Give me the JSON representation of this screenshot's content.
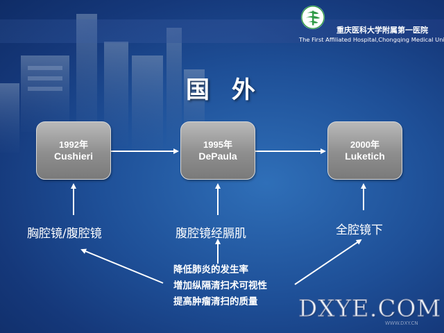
{
  "header": {
    "hospital_cn": "重庆医科大学附属第一医院",
    "hospital_en": "The First Affiliated Hospital,Chongqing Medical University"
  },
  "title": "国 外",
  "timeline": [
    {
      "year": "1992年",
      "name": "Cushieri",
      "method": "胸腔镜/腹腔镜"
    },
    {
      "year": "1995年",
      "name": "DePaula",
      "method": "腹腔镜经膈肌"
    },
    {
      "year": "2000年",
      "name": "Luketich",
      "method": "全腔镜下"
    }
  ],
  "benefits": [
    "降低肺炎的发生率",
    "增加纵隔清扫术可视性",
    "提高肿瘤清扫的质量"
  ],
  "watermark": {
    "text": "DXYE.COM",
    "url": "WWW.DXY.CN"
  },
  "colors": {
    "background": "#1e4f97",
    "box": "#9a9a9a",
    "text": "#ffffff",
    "logo_green": "#2e9a45"
  }
}
